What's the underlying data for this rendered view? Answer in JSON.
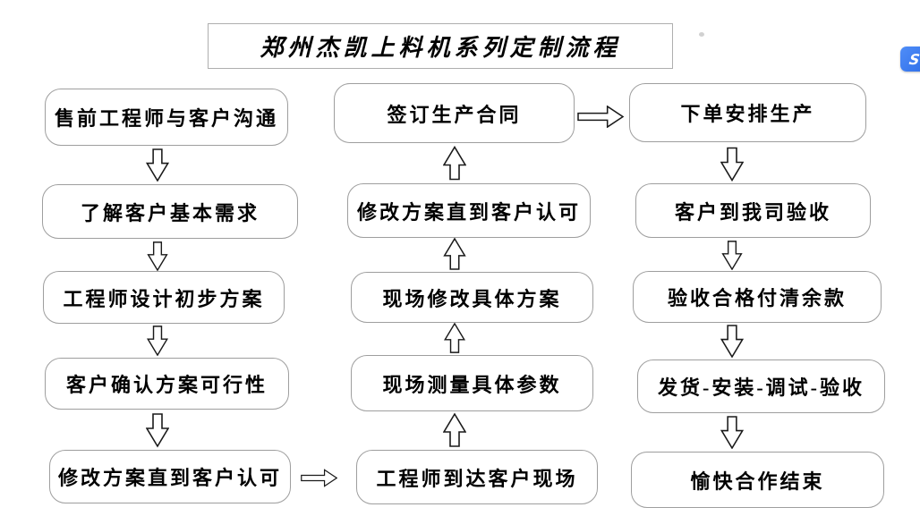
{
  "title": "郑州杰凯上料机系列定制流程",
  "columns": {
    "left": {
      "items": [
        {
          "label": "售前工程师与客户沟通"
        },
        {
          "label": "了解客户基本需求"
        },
        {
          "label": "工程师设计初步方案"
        },
        {
          "label": "客户确认方案可行性"
        },
        {
          "label": "修改方案直到客户认可"
        }
      ]
    },
    "middle": {
      "items": [
        {
          "label": "签订生产合同"
        },
        {
          "label": "修改方案直到客户认可"
        },
        {
          "label": "现场修改具体方案"
        },
        {
          "label": "现场测量具体参数"
        },
        {
          "label": "工程师到达客户现场"
        }
      ]
    },
    "right": {
      "items": [
        {
          "label": "下单安排生产"
        },
        {
          "label": "客户到我司验收"
        },
        {
          "label": "验收合格付清余款"
        },
        {
          "label": "发货-安装-调试-验收"
        },
        {
          "label": "愉快合作结束"
        }
      ]
    }
  },
  "side_logo": {
    "letter": "S",
    "color": "#3a7df2"
  },
  "colors": {
    "background": "#ffffff",
    "box_border": "#9e9e9e",
    "title_border": "#aeaeae",
    "text": "#000000",
    "arrow_outline": "#1a1a1a",
    "logo_blue": "#3a7df2"
  }
}
